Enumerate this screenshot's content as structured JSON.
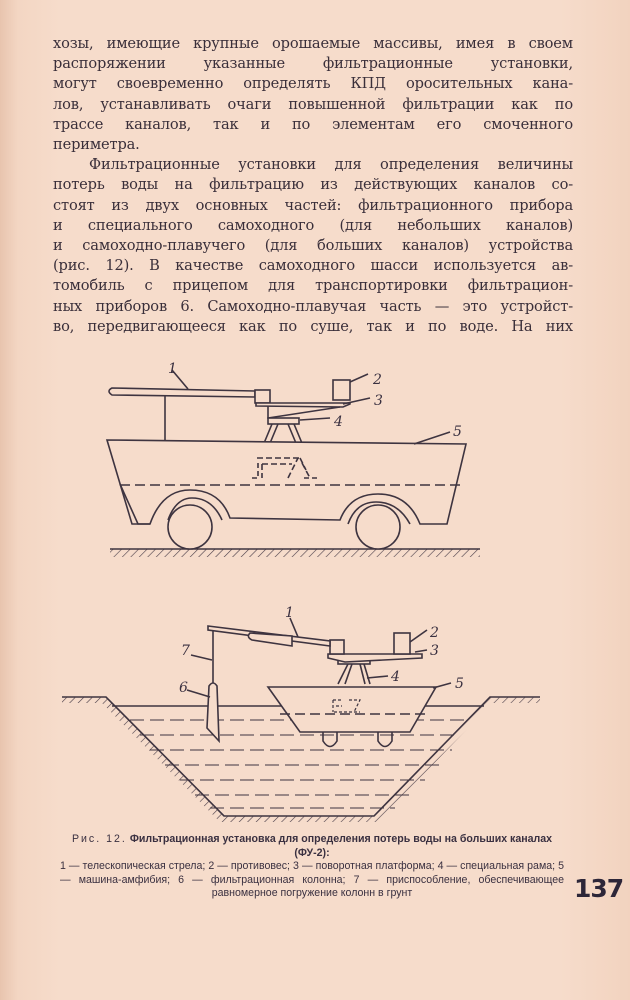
{
  "page": {
    "number": "137",
    "paper_color": "#f6dccb",
    "ink_color": "#3a2f3a"
  },
  "body": {
    "paragraph1_lines": [
      "хозы, имеющие крупные орошаемые массивы, имея в своем",
      "распоряжении указанные фильтрационные установки,",
      "могут своевременно определять КПД оросительных кана-",
      "лов, устанавливать очаги повышенной фильтрации как по",
      "трассе каналов, так и по элементам его смоченного",
      "периметра."
    ],
    "paragraph2_lines": [
      "Фильтрационные установки для определения величины",
      "потерь воды на фильтрацию из действующих каналов со-",
      "стоят из двух основных частей: фильтрационного прибора",
      "и специального самоходного (для небольших каналов)",
      "и самоходно-плавучего (для больших каналов) устройства",
      "(рис. 12). В качестве самоходного шасси используется ав-",
      "томобиль с прицепом для транспортировки фильтрацион-",
      "ных приборов 6. Самоходно-плавучая часть — это устройст-",
      "во, передвигающееся как по суше, так и по воде. На них"
    ]
  },
  "figure": {
    "top_view_labels": [
      "1",
      "2",
      "3",
      "4",
      "5"
    ],
    "bottom_view_labels": [
      "1",
      "2",
      "3",
      "4",
      "5",
      "6",
      "7"
    ],
    "caption": {
      "label": "Рис. 12.",
      "title": "Фильтрационная установка для определения потерь воды на больших каналах (ФУ-2):",
      "legend": "1 — телескопическая стрела; 2 — противовес; 3 — поворотная платформа; 4 — специальная рама; 5 — машина-амфибия; 6 — фильтрационная колонна; 7 — приспособление, обеспечивающее равномерное погружение колонн в грунт"
    }
  }
}
